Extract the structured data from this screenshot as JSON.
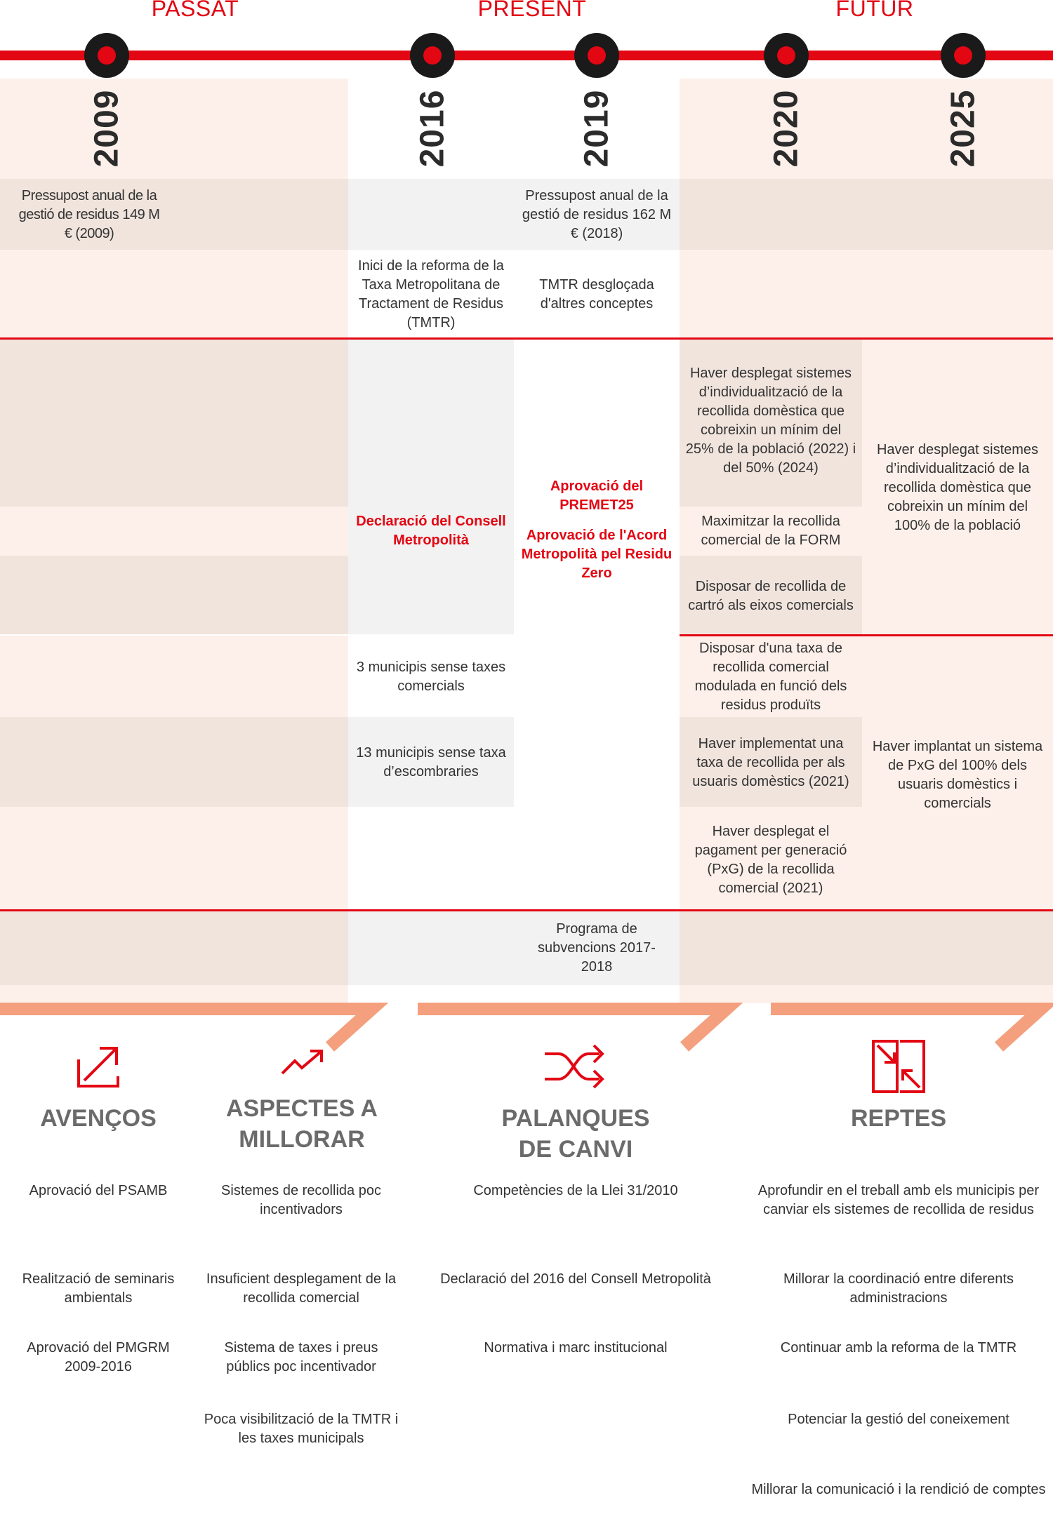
{
  "timeline": {
    "eras": [
      {
        "label": "PASSAT"
      },
      {
        "label": "PRESENT"
      },
      {
        "label": "FUTUR"
      }
    ],
    "years": [
      "2009",
      "2016",
      "2019",
      "2020",
      "2025"
    ],
    "colors": {
      "accent": "#e30613",
      "salmon": "#f4a07e",
      "light_peach": "#fdf0ea",
      "beige": "#f0e4dd",
      "light_grey": "#f2f2f2"
    }
  },
  "cells": {
    "budget_2009": "Pressupost anual de la gestió de residus 149 M € (2009)",
    "budget_2019": "Pressupost anual de la gestió de residus 162 M € (2018)",
    "tmtr_reform": "Inici de la reforma de la Taxa Metropolitana de Tractament de Residus (TMTR)",
    "tmtr_breakdown": "TMTR desgloçada d'altres conceptes",
    "declaracio": "Declaració del Consell Metropolità",
    "premet25": "Aprovació del PREMET25",
    "acord": "Aprovació de l'Acord Metropolità pel Residu Zero",
    "indiv_2020": "Haver desplegat sistemes d’individualització de la recollida domèstica que cobreixin un mínim del 25% de la població (2022) i del 50% (2024)",
    "form": "Maximitzar la recollida comercial de la FORM",
    "cartro": "Disposar de recollida de cartró als eixos comercials",
    "indiv_2025": "Haver desplegat sistemes d’individualització de la recollida domèstica que cobreixin un mínim del 100% de la població",
    "municipis_3": "3 municipis sense taxes comercials",
    "municipis_13": "13 municipis sense taxa d’escombraries",
    "taxa_comercial": "Disposar d'una taxa de recollida comercial modulada en funció dels residus produïts",
    "taxa_domestica": "Haver implementat una taxa de recollida per als usuaris domèstics (2021)",
    "pxg_comercial": "Haver desplegat el pagament per generació (PxG) de la recollida comercial (2021)",
    "pxg_2025": "Haver implantat un sistema de PxG del 100% dels usuaris domèstics i comercials",
    "subvencions": "Programa de subvencions 2017-2018"
  },
  "categories": {
    "avencos": {
      "title": "AVENÇOS",
      "icon": "arrow-up-right-icon",
      "items": [
        "Aprovació del PSAMB",
        "Realització de seminaris ambientals",
        "Aprovació del PMGRM 2009-2016"
      ]
    },
    "millorar": {
      "title_line1": "ASPECTES A",
      "title_line2": "MILLORAR",
      "icon": "trend-up-icon",
      "items": [
        "Sistemes de recollida poc incentivadors",
        "Insuficient desplegament de la recollida comercial",
        "Sistema de taxes i preus públics poc incentivador",
        "Poca visibilització de la TMTR i les taxes municipals"
      ]
    },
    "palanques": {
      "title_line1": "PALANQUES",
      "title_line2": "DE CANVI",
      "icon": "shuffle-icon",
      "items": [
        "Competències de la Llei 31/2010",
        "Declaració del 2016 del Consell Metropolità",
        "Normativa i marc institucional"
      ]
    },
    "reptes": {
      "title": "REPTES",
      "icon": "collapse-arrows-icon",
      "items": [
        "Aprofundir en el treball amb els municipis per canviar els sistemes de recollida de residus",
        "Millorar la coordinació entre diferents administracions",
        "Continuar amb la reforma de la TMTR",
        "Potenciar la gestió del coneixement",
        "Millorar la comunicació i la rendició de comptes"
      ]
    }
  }
}
